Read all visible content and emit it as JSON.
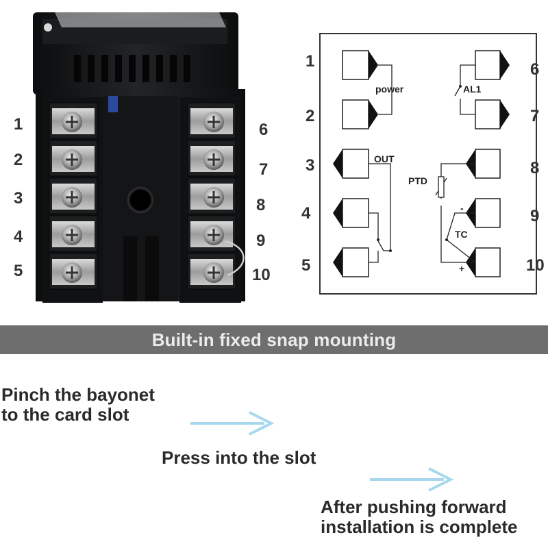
{
  "device": {
    "left_terminals": [
      "1",
      "2",
      "3",
      "4",
      "5"
    ],
    "right_terminals": [
      "6",
      "7",
      "8",
      "9",
      "10"
    ]
  },
  "wiring": {
    "numbers_left": [
      "1",
      "2",
      "3",
      "4",
      "5"
    ],
    "numbers_right": [
      "6",
      "7",
      "8",
      "9",
      "10"
    ],
    "labels": {
      "power": "power",
      "alarm": "AL1",
      "output": "OUT",
      "ptd": "PTD",
      "tc": "TC",
      "minus": "-",
      "plus": "+"
    }
  },
  "banner": {
    "text": "Built-in fixed snap mounting"
  },
  "steps": {
    "step1": {
      "line1": "Pinch the bayonet",
      "line2": "to the card slot"
    },
    "step2": {
      "line1": "Press into the slot"
    },
    "step3": {
      "line1": "After pushing forward",
      "line2": "installation is complete"
    }
  },
  "colors": {
    "banner_bg": "#6e6e6e",
    "banner_text": "#ececec",
    "arrow": "#a8d8ee",
    "device_body": "#151618"
  }
}
